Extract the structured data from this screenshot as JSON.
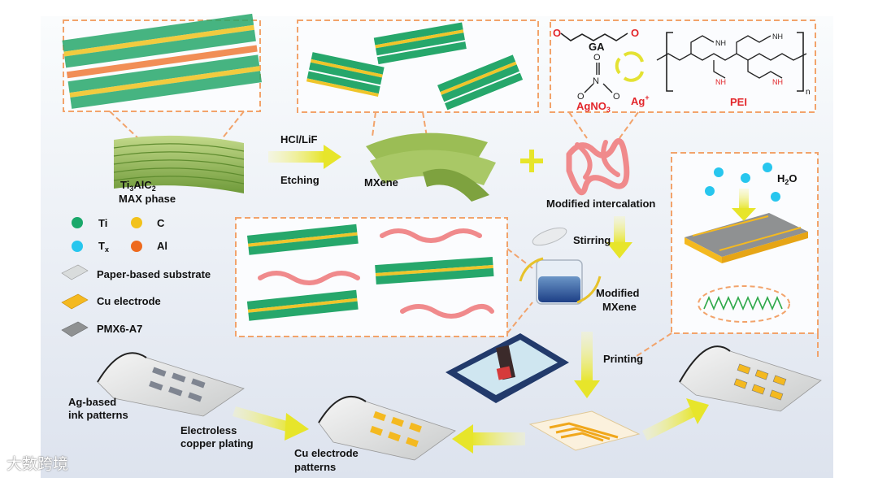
{
  "labels": {
    "ti3alc2": "Ti3AlC2",
    "max_phase": "MAX phase",
    "hcl_lif": "HCl/LiF",
    "etching": "Etching",
    "mxene": "MXene",
    "modified_intercalation": "Modified intercalation",
    "stirring": "Stirring",
    "modified": "Modified",
    "modified_mxene": "MXene",
    "printing": "Printing",
    "h2o": "H2O",
    "ga": "GA",
    "agno3": "AgNO3",
    "ag_plus": "Ag+",
    "pei": "PEI",
    "pei_n": "n",
    "ag_ink_1": "Ag-based",
    "ag_ink_2": "ink patterns",
    "electroless_1": "Electroless",
    "electroless_2": "copper plating",
    "cu_patterns_1": "Cu electrode",
    "cu_patterns_2": "patterns"
  },
  "legend": [
    {
      "label": "Ti",
      "color": "#1aa86a",
      "kind": "dot"
    },
    {
      "label": "C",
      "color": "#f2c21b",
      "kind": "dot"
    },
    {
      "label": "Tx",
      "color": "#27c6ee",
      "kind": "dot"
    },
    {
      "label": "Al",
      "color": "#ee6a1e",
      "kind": "dot"
    },
    {
      "label": "Paper-based substrate",
      "color": "#d9dcdc",
      "kind": "sheet"
    },
    {
      "label": "Cu electrode",
      "color": "#f4b920",
      "kind": "sheet"
    },
    {
      "label": "PMX6-A7",
      "color": "#8f9192",
      "kind": "sheet"
    }
  ],
  "watermark": "大数跨境",
  "colors": {
    "background_top": "#f9fbfd",
    "background_bottom": "#dfe4ee",
    "dashed_frame": "#f2a36b",
    "arrow_yellow": "#ecea33",
    "polymer_pink": "#f08a8c",
    "mxene_green": "#a3c15a"
  }
}
